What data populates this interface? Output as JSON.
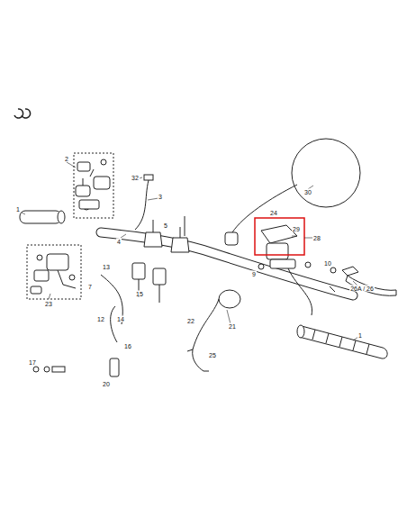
{
  "diagram": {
    "labels": [
      "2",
      "1",
      "32",
      "3",
      "4",
      "5",
      "13",
      "23",
      "7",
      "15",
      "12",
      "14",
      "16",
      "17",
      "20",
      "21",
      "22",
      "25",
      "30",
      "29",
      "28",
      "9",
      "10",
      "26A / 26",
      "1",
      "24"
    ]
  }
}
